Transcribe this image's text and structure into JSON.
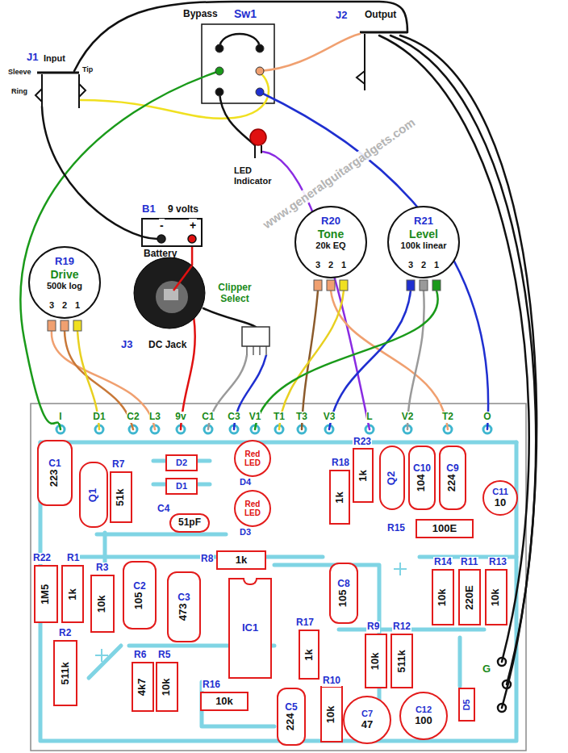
{
  "diagram": {
    "nodes": [
      {
        "text": [
          "R19",
          "Drive",
          "500k log"
        ]
      },
      {
        "text": [
          "B1",
          "9 volts",
          "-",
          "+",
          "Battery"
        ]
      },
      {
        "text": [
          "R20",
          "Tone",
          "20k EQ"
        ]
      },
      {
        "text": [
          "R21",
          "Level",
          "100k linear"
        ]
      },
      {
        "text": [
          "J3",
          "DC Jack"
        ]
      },
      {
        "text": [
          "C1",
          "223"
        ]
      },
      {
        "text": [
          "Q1"
        ]
      },
      {
        "text": [
          "R7",
          "51k"
        ]
      },
      {
        "text": [
          "D2"
        ]
      },
      {
        "text": [
          "D1"
        ]
      },
      {
        "text": [
          "Red LED",
          "D4"
        ]
      },
      {
        "text": [
          "C4",
          "51pF"
        ]
      },
      {
        "text": [
          "Red LED",
          "D3"
        ]
      },
      {
        "text": [
          "R8",
          "1k"
        ]
      },
      {
        "text": [
          "R22",
          "1M5"
        ]
      },
      {
        "text": [
          "R1",
          "1k"
        ]
      },
      {
        "text": [
          "R3",
          "10k"
        ]
      },
      {
        "text": [
          "C2",
          "105"
        ]
      },
      {
        "text": [
          "C3",
          "473"
        ]
      },
      {
        "text": [
          "IC1"
        ]
      },
      {
        "text": [
          "R18",
          "1k"
        ]
      },
      {
        "text": [
          "R23",
          "1k"
        ]
      },
      {
        "text": [
          "Q2"
        ]
      },
      {
        "text": [
          "C10",
          "104"
        ]
      },
      {
        "text": [
          "C9",
          "224"
        ]
      },
      {
        "text": [
          "C11",
          "10"
        ]
      },
      {
        "text": [
          "R15",
          "100E"
        ]
      },
      {
        "text": [
          "C8",
          "105"
        ]
      },
      {
        "text": [
          "R14",
          "10k"
        ]
      },
      {
        "text": [
          "R11",
          "220E"
        ]
      },
      {
        "text": [
          "R13",
          "10k"
        ]
      },
      {
        "text": [
          "R17",
          "1k"
        ]
      },
      {
        "text": [
          "R9",
          "10k"
        ]
      },
      {
        "text": [
          "R12",
          "511k"
        ]
      },
      {
        "text": [
          "R2",
          "511k"
        ]
      },
      {
        "text": [
          "R6",
          "4k7"
        ]
      },
      {
        "text": [
          "R5",
          "10k"
        ]
      },
      {
        "text": [
          "R16",
          "10k"
        ]
      },
      {
        "text": [
          "C5",
          "224"
        ]
      },
      {
        "text": [
          "R10",
          "10k"
        ]
      },
      {
        "text": [
          "C7",
          "47"
        ]
      },
      {
        "text": [
          "C12",
          "100"
        ]
      },
      {
        "text": [
          "D5"
        ]
      }
    ],
    "edges": [
      {
        "from": 1,
        "to": 4,
        "arrow": "none"
      }
    ],
    "labels": [
      "Bypass",
      "Sw1",
      "J1",
      "Input",
      "Sleeve",
      "Tip",
      "Ring",
      "J2",
      "Output",
      "LED Indicator",
      "Clipper Select",
      "3",
      "2",
      "1",
      "3",
      "2",
      "1",
      "3",
      "2",
      "1",
      "I",
      "D1",
      "C2",
      "L3",
      "9v",
      "C1",
      "C3",
      "V1",
      "T1",
      "T3",
      "V3",
      "L",
      "V2",
      "T2",
      "O",
      "G",
      "www.generalguitargadgets.com"
    ]
  }
}
